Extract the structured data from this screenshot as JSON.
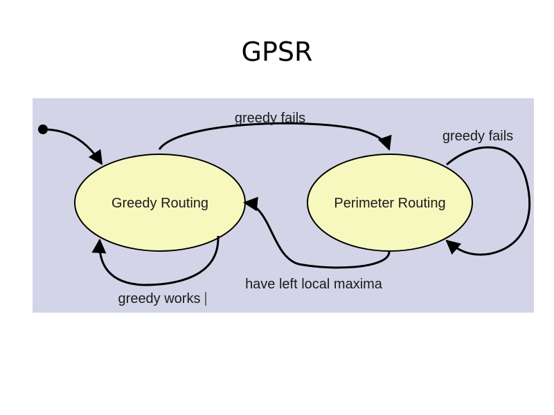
{
  "slide": {
    "title": "GPSR"
  },
  "diagram": {
    "background_color": "#d4d4e8",
    "state_fill_color": "#f7f8be",
    "states": {
      "greedy": "Greedy Routing",
      "perimeter": "Perimeter Routing"
    },
    "transitions": {
      "greedy_to_perimeter": "greedy fails",
      "perimeter_self_loop": "greedy fails",
      "perimeter_to_greedy": "have left local maxima",
      "greedy_self_loop": "greedy works"
    }
  }
}
